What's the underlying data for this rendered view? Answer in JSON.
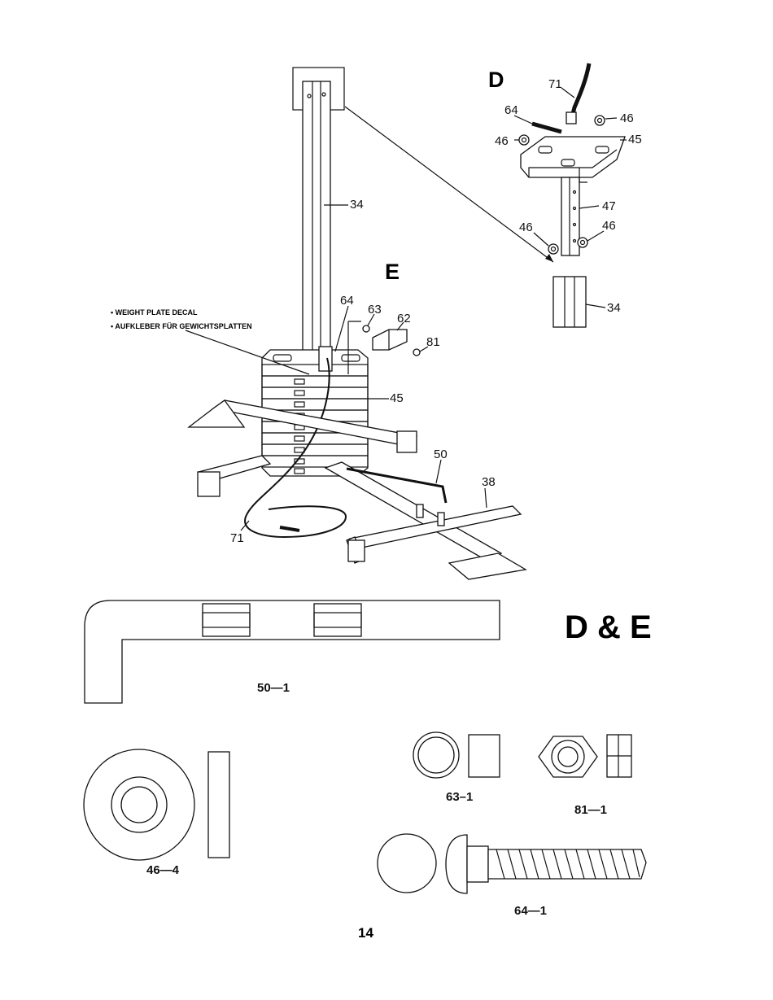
{
  "figures": {
    "detail_d_letter": "D",
    "detail_e_letter": "E",
    "section_heading": "D & E"
  },
  "decal_note": {
    "line1": "• WEIGHT PLATE DECAL",
    "line2": "• AUFKLEBER FÜR GEWICHTSPLATTEN"
  },
  "callouts_e": {
    "c34": "34",
    "c64": "64",
    "c63": "63",
    "c62": "62",
    "c81": "81",
    "c45": "45",
    "c50": "50",
    "c38": "38",
    "c71": "71"
  },
  "callouts_d": {
    "c71": "71",
    "c64": "64",
    "c46a": "46",
    "c46b": "46",
    "c45": "45",
    "c47": "47",
    "c46c": "46",
    "c46d": "46",
    "c34": "34"
  },
  "hardware_labels": {
    "p50": "50—1",
    "p46": "46—4",
    "p63": "63–1",
    "p81": "81—1",
    "p64": "64—1"
  },
  "page_number": "14"
}
